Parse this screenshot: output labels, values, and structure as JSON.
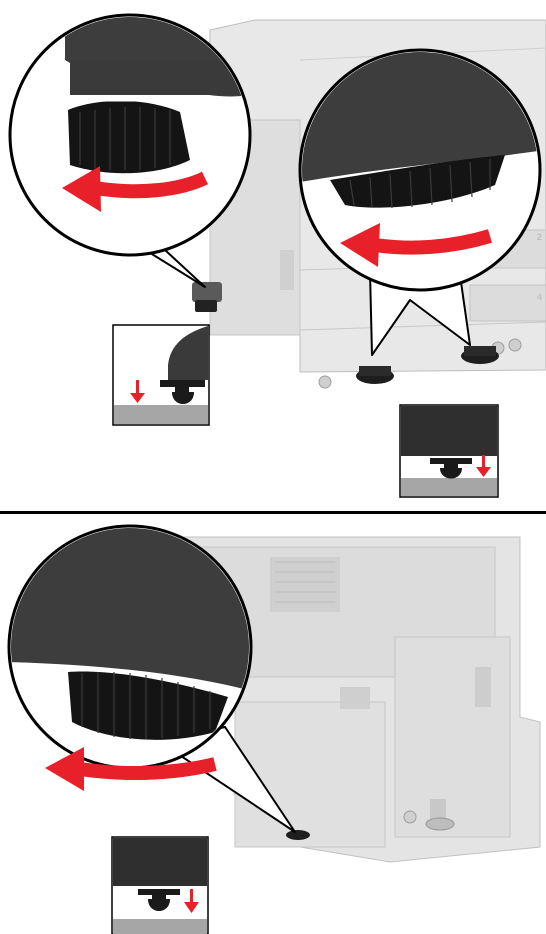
{
  "steps": [
    {
      "callouts": [
        "front-left-leveling-foot",
        "rear-leveling-feet"
      ],
      "insets": [
        "lower-foot-until-contact",
        "lower-foot-until-contact"
      ],
      "tray_labels": [
        "2",
        "4"
      ]
    },
    {
      "callouts": [
        "right-side-leveling-foot"
      ],
      "insets": [
        "lower-foot-until-contact"
      ]
    }
  ],
  "colors": {
    "rotation_arrow": "#e8202a",
    "direction_arrow": "#e8202a",
    "knob": "#1a1a1a",
    "cabinet_dark": "#3a3a3a",
    "printer_body": "#e6e6e6",
    "floor": "#a6a6a6"
  },
  "icons": [
    "counterclockwise-arrow-icon",
    "down-arrow-icon"
  ]
}
